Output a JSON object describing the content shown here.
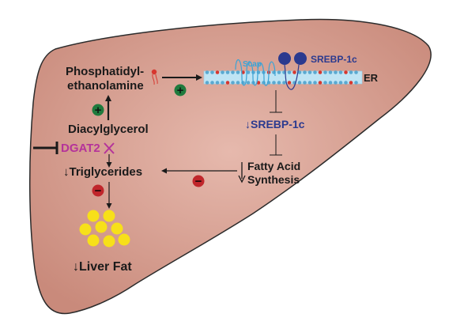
{
  "labels": {
    "phosphatidyl": "Phosphatidyl-",
    "ethanolamine": "ethanolamine",
    "diacylglycerol": "Diacylglycerol",
    "dgat2": "DGAT2",
    "triglycerides": "↓Triglycerides",
    "liver_fat": "↓Liver Fat",
    "scap": "Scap",
    "srebp_membrane": "SREBP-1c",
    "er": "ER",
    "srebp_down": "↓SREBP-1c",
    "fatty_acid_1": "Fatty Acid",
    "fatty_acid_2": "Synthesis",
    "plus": "+",
    "minus": "−"
  },
  "colors": {
    "liver_fill": "#d29a8c",
    "liver_stroke": "#2b2b2b",
    "dgat2": "#b5339a",
    "srebp": "#2b3a8f",
    "scap": "#3aa3d6",
    "membrane": "#bfe4f4",
    "plus_badge": "#1f7a3d",
    "minus_badge": "#c0262b",
    "fat_droplet": "#f7e019"
  }
}
